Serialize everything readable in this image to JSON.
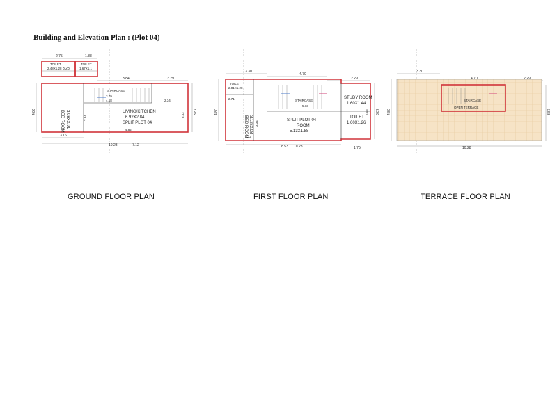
{
  "title": "Building and Elevation Plan : (Plot 04)",
  "plans": {
    "ground": {
      "caption": "GROUND FLOOR PLAN",
      "rooms": {
        "toilet1": "TOILET",
        "toilet1_size": "2.48X1.28",
        "toilet2": "TOILET",
        "toilet2_size": "1.67X1.1",
        "bedroom": "BED ROOM",
        "bedroom_size": "3.08X3.91",
        "staircase": "STAIRCASE",
        "living": "LIVING/KITCHEN",
        "living_size": "6.92X2.84",
        "split": "SPLIT PLOT 04"
      },
      "dims": {
        "d275": "2.75",
        "d188": "1.88",
        "d328": "3.28",
        "d384": "3.84",
        "d229": "2.29",
        "d316": "3.16",
        "d1028": "10.28",
        "d712": "7.12",
        "d387": "3.87",
        "d352": "3.52",
        "d482": "4.82",
        "d284": "2.84",
        "d379": "3.79",
        "d418": "4.18",
        "d234": "2.34",
        "d486": "4.86"
      }
    },
    "first": {
      "caption": "FIRST FLOOR PLAN",
      "rooms": {
        "toilet": "TOILET",
        "toilet_size": "2.01X1.28",
        "bedroom": "BED ROOM",
        "bedroom_size": "3.12x3.08",
        "staircase": "STAIRCASE",
        "study": "STUDY ROOM",
        "study_size": "1.60X1.44",
        "toilet2": "TOILET",
        "toilet2_size": "1.60X1.26",
        "split": "SPLIT PLOT 04",
        "room": "ROOM",
        "room_size": "5.13X1.88"
      },
      "dims": {
        "d330": "3.30",
        "d470": "4.70",
        "d229": "2.29",
        "d513": "5.13",
        "d312": "3.12",
        "d853": "8.53",
        "d1028": "10.28",
        "d175": "1.75",
        "d387": "3.87",
        "d271": "2.71",
        "d334": "3.34",
        "d205": "2.05",
        "d480": "4.80"
      }
    },
    "terrace": {
      "caption": "TERRACE FLOOR PLAN",
      "rooms": {
        "staircase": "STAIRCASE",
        "terrace": "OPEN TERRACE"
      },
      "dims": {
        "d330": "3.30",
        "d470": "4.70",
        "d229": "2.29",
        "d1028": "10.28",
        "d387": "3.87",
        "d480": "4.80"
      }
    }
  },
  "colors": {
    "wall": "#d0343a",
    "tile_fill": "#f6e3c6",
    "tile_line": "#e5c79a",
    "arrow_blue": "#4a78c8",
    "arrow_pink": "#d2457a"
  }
}
